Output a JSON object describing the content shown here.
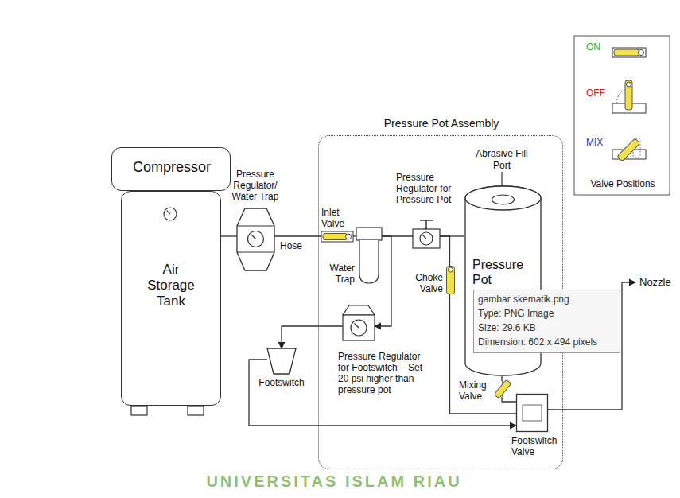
{
  "diagram": {
    "nodes": [
      {
        "text": [
          "Compressor"
        ]
      },
      {
        "text": [
          "Air Storage Tank"
        ]
      },
      {
        "text": [
          "Pressure Regulator/ Water Trap"
        ]
      },
      {
        "text": [
          "Pressure Pot Assembly"
        ]
      },
      {
        "text": [
          "Inlet Valve"
        ],
        "in": 3
      },
      {
        "text": [
          "Water Trap"
        ],
        "in": 3
      },
      {
        "text": [
          "Pressure Regulator for Pressure Pot"
        ],
        "in": 3
      },
      {
        "text": [
          "Pressure Pot"
        ],
        "in": 3
      },
      {
        "text": [
          "Choke Valve"
        ],
        "in": 3
      },
      {
        "text": [
          "Pressure Regulator for Footswitch – Set 20 psi higher than pressure pot"
        ],
        "in": 3
      },
      {
        "text": [
          "Mixing Valve"
        ],
        "in": 3
      },
      {
        "text": [
          "Footswitch Valve"
        ],
        "in": 3
      },
      {
        "text": [
          "Footswitch"
        ]
      }
    ],
    "edges": [
      {
        "from": 1,
        "to": 2,
        "arrow": "none"
      },
      {
        "from": 2,
        "to": 4,
        "label": "Hose",
        "arrow": "none"
      },
      {
        "from": 4,
        "to": 5,
        "arrow": "none"
      },
      {
        "from": 5,
        "to": 6,
        "arrow": "none"
      },
      {
        "from": 5,
        "to": 9,
        "arrow": "to"
      },
      {
        "from": 6,
        "to": 7,
        "arrow": "none"
      },
      {
        "from": 6,
        "to": 8,
        "arrow": "none"
      },
      {
        "from": 9,
        "to": 12,
        "arrow": "to"
      },
      {
        "from": 12,
        "to": 11,
        "arrow": "to"
      },
      {
        "from": 8,
        "to": 11,
        "arrow": "none"
      },
      {
        "from": 7,
        "to": 10,
        "arrow": "none"
      },
      {
        "from": 10,
        "to": 11,
        "arrow": "none"
      }
    ],
    "labels": [
      "Abrasive Fill Port",
      "Nozzle",
      "Valve Positions",
      "gambar skematik.png",
      "Type: PNG Image",
      "Size: 29.6 KB",
      "Dimension: 602 x 494 pixels",
      "UNIVERSITAS ISLAM RIAU"
    ],
    "legend": [
      {
        "text": "ON"
      },
      {
        "text": "OFF"
      },
      {
        "text": "MIX"
      }
    ]
  }
}
